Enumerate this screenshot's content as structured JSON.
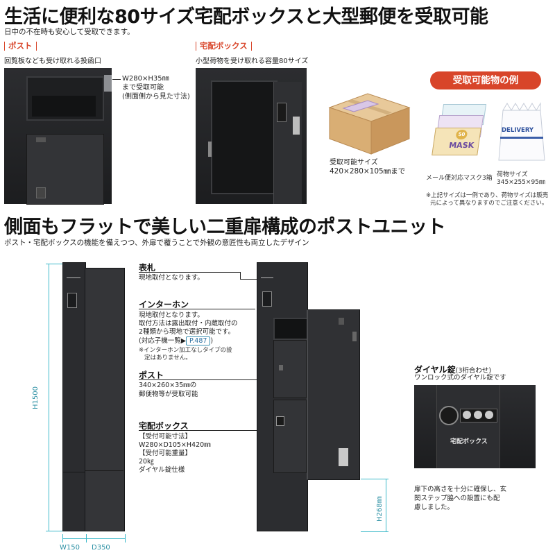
{
  "top": {
    "title": "生活に便利な80サイズ宅配ボックスと大型郵便を受取可能",
    "subtitle": "日中の不在時も安心して受取できます。"
  },
  "post_section": {
    "label": "ポスト",
    "desc": "回覧板なども受け取れる投函口",
    "dim_line1": "W280×H35㎜",
    "dim_line2": "まで受取可能",
    "dim_line3": "(側面側から見た寸法)"
  },
  "box_section": {
    "label": "宅配ボックス",
    "desc": "小型荷物を受け取れる容量80サイズ",
    "capacity_label": "受取可能サイズ",
    "capacity_value": "420×280×105㎜まで"
  },
  "examples": {
    "badge": "受取可能物の例",
    "mask_text": "MASK",
    "mask_count": "50",
    "mask_caption": "メール便対応マスク3箱",
    "delivery_text": "DELIVERY",
    "parcel_caption": "荷物サイズ",
    "parcel_size": "345×255×95㎜",
    "note_line1": "※上記サイズは一例であり、荷物サイズは販売",
    "note_line2": "元によって異なりますのでご注意ください。"
  },
  "middle": {
    "title": "側面もフラットで美しい二重扉構成のポストユニット",
    "subtitle": "ポスト・宅配ボックスの機能を備えつつ、外扉で覆うことで外観の意匠性も両立したデザイン"
  },
  "dims": {
    "height": "H1500",
    "width": "W150",
    "depth": "D350",
    "lower_height": "H268㎜"
  },
  "callouts": {
    "nameplate_title": "表札",
    "nameplate_text": "現地取付となります。",
    "intercom_title": "インターホン",
    "intercom_l1": "現地取付となります。",
    "intercom_l2": "取付方法は露出取付・内蔵取付の",
    "intercom_l3": "2種類から現地で選択可能です。",
    "intercom_l4": "(対応子機一覧▶",
    "intercom_ref": "P.487",
    "intercom_l4_end": ")",
    "intercom_note1": "※インターホン加工なしタイプの設",
    "intercom_note2": "定はありません。",
    "post_title": "ポスト",
    "post_l1": "340×260×35㎜の",
    "post_l2": "郵便物等が受取可能",
    "box_title": "宅配ボックス",
    "box_l1": "【受付可能寸法】",
    "box_l2": "W280×D105×H420㎜",
    "box_l3": "【受付可能重量】",
    "box_l4": "20㎏",
    "box_l5": "ダイヤル錠仕様"
  },
  "dial": {
    "title": "ダイヤル錠",
    "title_sub": "(3桁合わせ)",
    "desc": "ワンロック式のダイヤル錠です",
    "plate": "宅配ボックス"
  },
  "bottom_note": {
    "l1": "扉下の高さを十分に確保し、玄",
    "l2": "関ステップ脇への設置にも配",
    "l3": "慮しました。"
  },
  "colors": {
    "accent": "#d8452a",
    "dimension": "#3ab8c9",
    "product": "#2a2b2e"
  }
}
